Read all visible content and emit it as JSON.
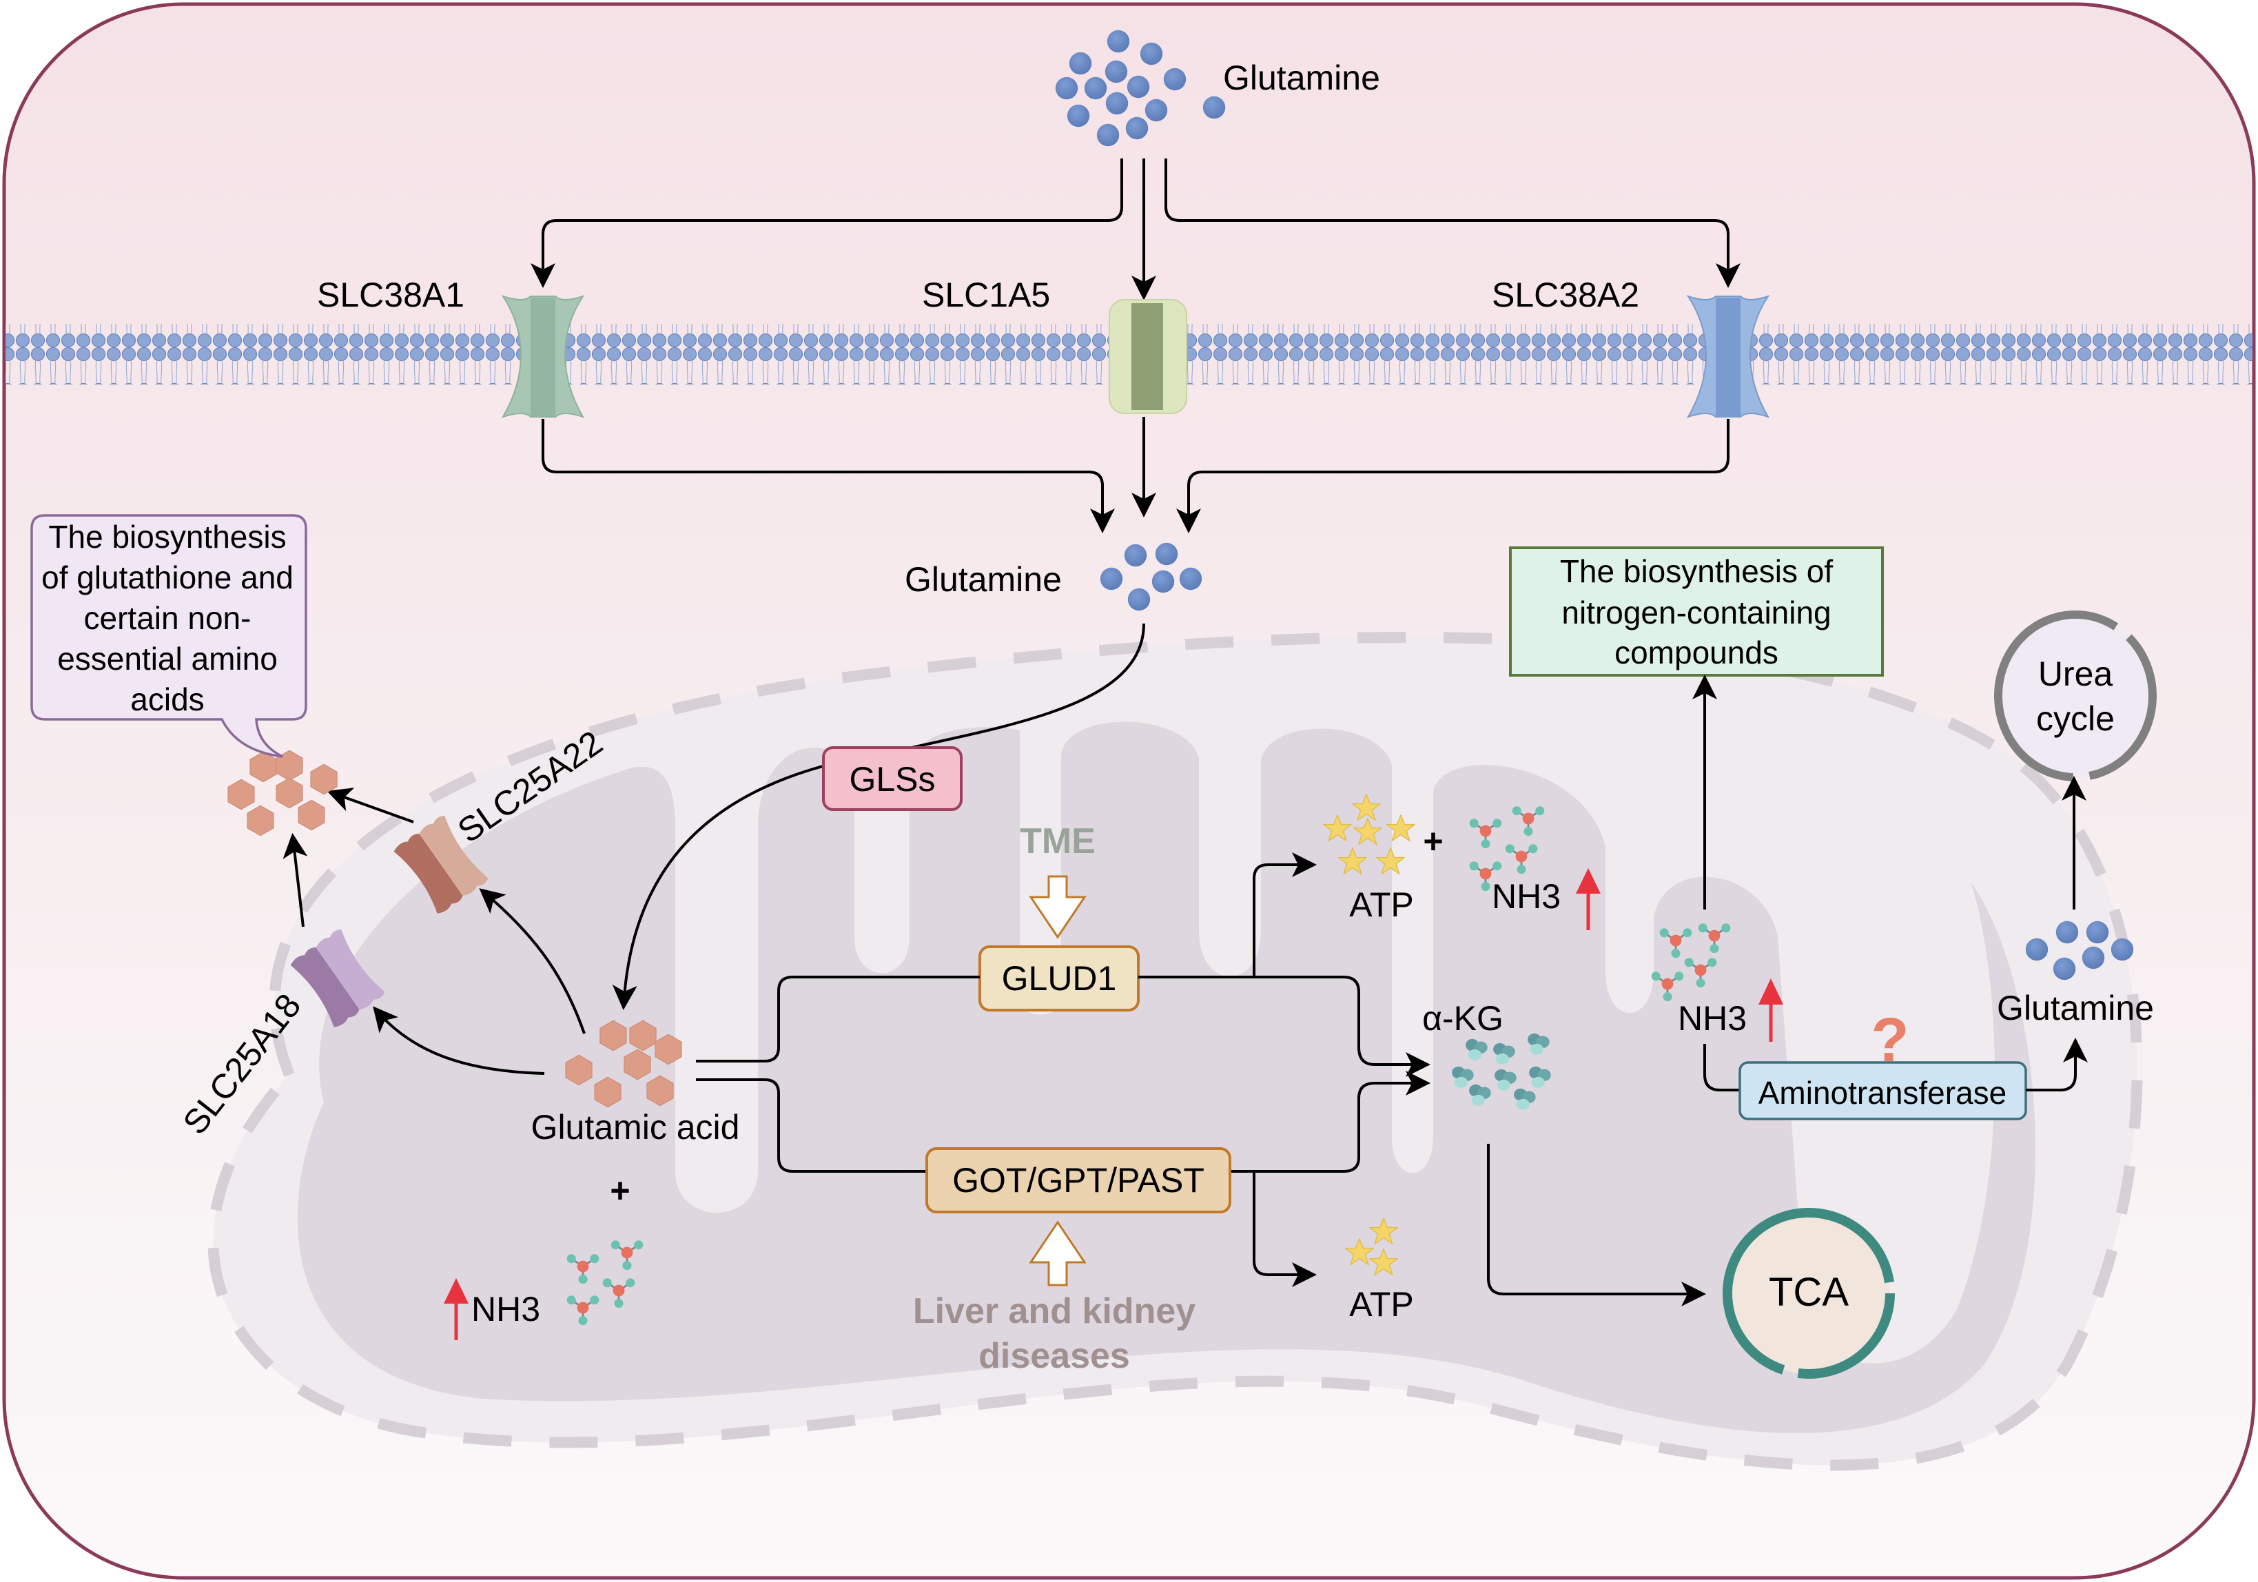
{
  "labels": {
    "glutamine_top": "Glutamine",
    "slc38a1": "SLC38A1",
    "slc1a5": "SLC1A5",
    "slc38a2": "SLC38A2",
    "glutamine_mid": "Glutamine",
    "glss": "GLSs",
    "tme": "TME",
    "glud1": "GLUD1",
    "got_gpt_past": "GOT/GPT/PAST",
    "liver_kidney_line1": "Liver and kidney",
    "liver_kidney_line2": "diseases",
    "glutamic_acid": "Glutamic acid",
    "plus_left": "+",
    "nh3_left": "NH3",
    "atp_top": "ATP",
    "plus_top": "+",
    "nh3_top": "NH3",
    "alpha_kg": "α-KG",
    "atp_bottom": "ATP",
    "tca": "TCA",
    "slc25a22": "SLC25A22",
    "slc25a18": "SLC25A18",
    "nh3_right": "NH3",
    "question_mark": "?",
    "aminotransferase": "Aminotransferase",
    "glutamine_right": "Glutamine",
    "urea_line1": "Urea",
    "urea_line2": "cycle",
    "nitrogen_box": [
      "The biosynthesis of",
      "nitrogen-containing",
      "compounds"
    ],
    "glutathione_box": [
      "The biosynthesis",
      "of glutathione and",
      "certain non-",
      "essential amino",
      "acids"
    ]
  },
  "colors": {
    "cell_border": "#8b3a5a",
    "glutamine_dot": "#6b8bc4",
    "glutamate_hex": "#dc9c85",
    "gls_fill": "#f4c0cc",
    "gls_stroke": "#a04060",
    "enzyme_fill": "#efe3c4",
    "enzyme_stroke": "#c07a2a",
    "got_fill": "#ecd3b0",
    "amino_fill": "#cfe4f2",
    "amino_stroke": "#3d6f7f",
    "nitrogen_fill": "#dff2e8",
    "nitrogen_stroke": "#5a7a3a",
    "glutathione_fill": "#f1e6f3",
    "glutathione_stroke": "#8a6a9a",
    "tca_ring": "#3e8a80",
    "urea_ring": "#808080",
    "red_arrow": "#e8333f",
    "question": "#e8806a",
    "tme_text": "#9aa39a",
    "disease_text": "#a09090"
  }
}
